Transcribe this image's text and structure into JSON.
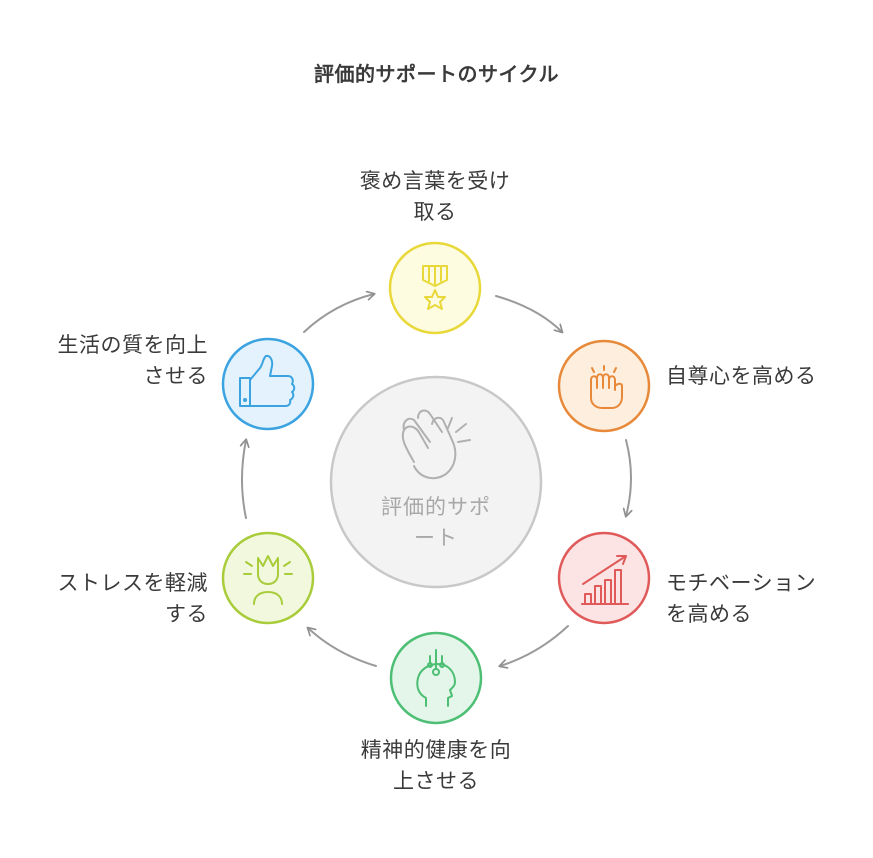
{
  "title": "評価的サポートのサイクル",
  "center": {
    "line1": "評価的サポ",
    "line2": "ート",
    "icon": "clapping-hands-icon"
  },
  "steps": [
    {
      "line1": "褒め言葉を受け",
      "line2": "取る",
      "icon": "medal-icon",
      "color": "#e8d83a",
      "fill": "#fdfbe0"
    },
    {
      "line1": "自尊心を高める",
      "line2": "",
      "icon": "raised-fist-icon",
      "color": "#e8893a",
      "fill": "#fdeede"
    },
    {
      "line1": "モチベーション",
      "line2": "を高める",
      "icon": "growth-chart-icon",
      "color": "#e05a5a",
      "fill": "#fde4e4"
    },
    {
      "line1": "精神的健康を向",
      "line2": "上させる",
      "icon": "mind-head-icon",
      "color": "#4cbf74",
      "fill": "#e3f6e9"
    },
    {
      "line1": "ストレスを軽減",
      "line2": "する",
      "icon": "relieved-person-icon",
      "color": "#a9cc3a",
      "fill": "#f2f8de"
    },
    {
      "line1": "生活の質を向上",
      "line2": "させる",
      "icon": "thumbs-up-icon",
      "color": "#3aa3e0",
      "fill": "#e3f2fc"
    }
  ]
}
